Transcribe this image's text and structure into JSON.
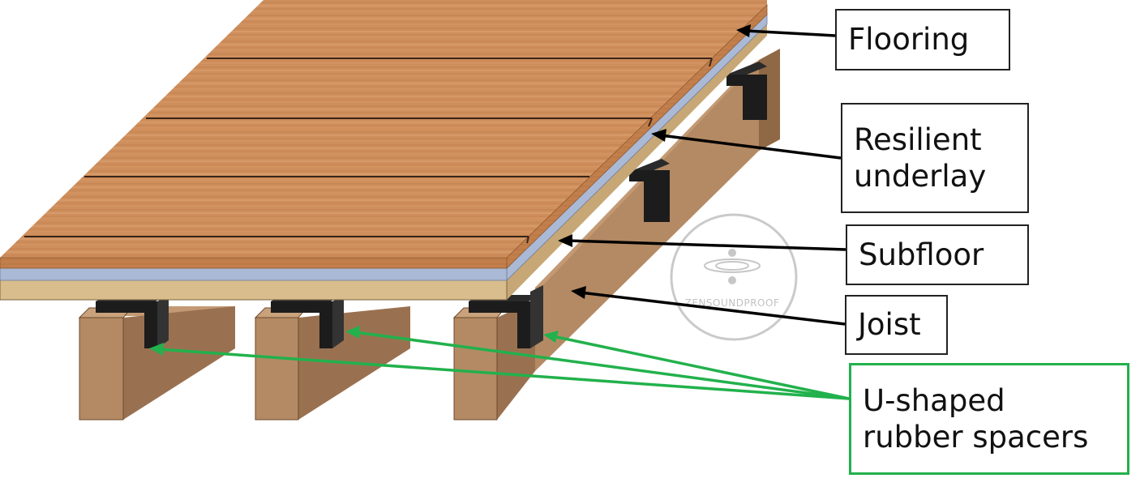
{
  "labels": {
    "flooring": "Flooring",
    "resilient_underlay": "Resilient\nunderlay",
    "subfloor": "Subfloor",
    "joist": "Joist",
    "spacers": "U-shaped\nrubber spacers"
  },
  "watermark": {
    "text": "ZENSOUNDPROOF"
  },
  "colors": {
    "wood_top": "#cf8f5c",
    "wood_edge": "#bd7c4a",
    "board_seam": "#3a2418",
    "underlay": "#aab9d6",
    "subfloor": "#d9bd8c",
    "joist_top": "#c39a74",
    "joist_front": "#b48a64",
    "joist_side": "#8f6845",
    "rubber": "#1c1c1c",
    "leader_black": "#000000",
    "leader_green": "#22b14c"
  }
}
